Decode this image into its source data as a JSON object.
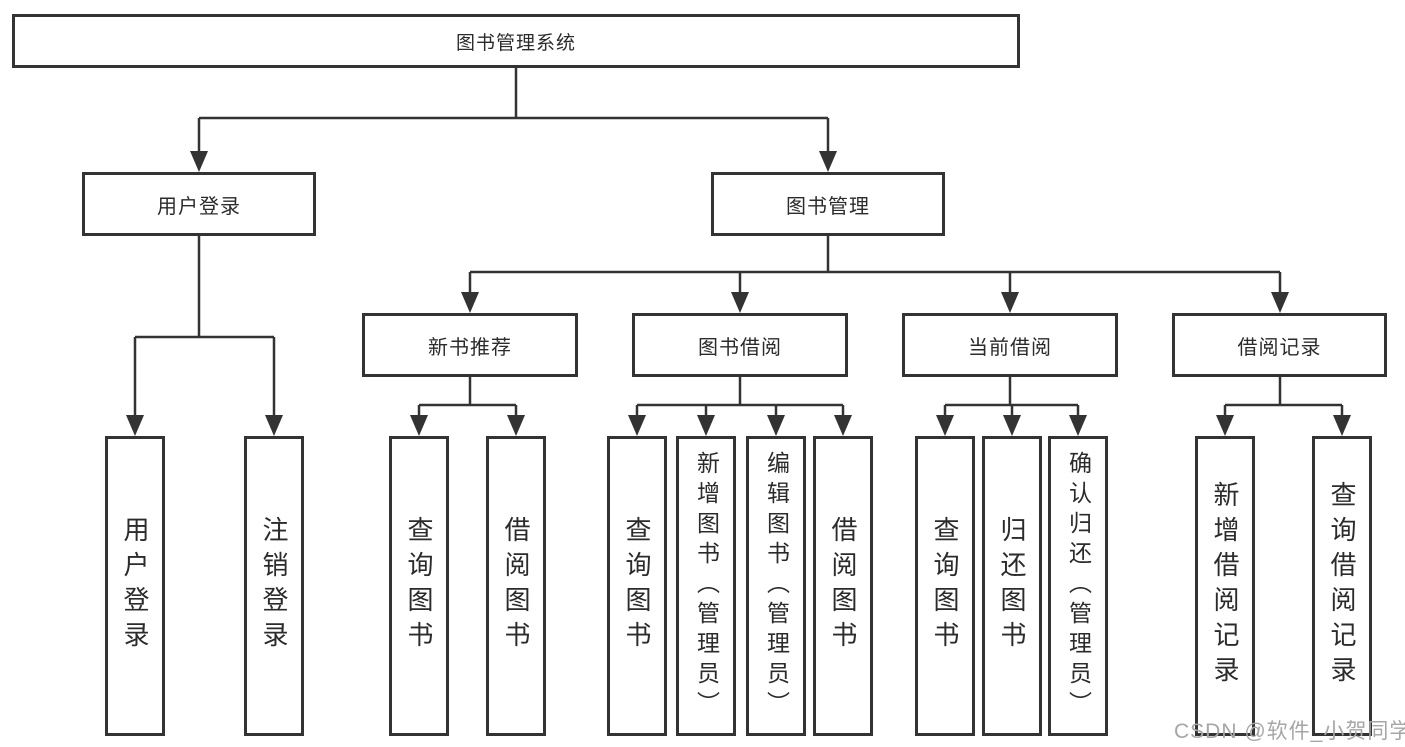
{
  "tree": {
    "root": {
      "label": "图书管理系统"
    },
    "branches": [
      {
        "label": "用户登录",
        "children": [
          {
            "label": "用户登录"
          },
          {
            "label": "注销登录"
          }
        ]
      },
      {
        "label": "图书管理",
        "children": [
          {
            "label": "新书推荐",
            "children": [
              {
                "label": "查询图书"
              },
              {
                "label": "借阅图书"
              }
            ]
          },
          {
            "label": "图书借阅",
            "children": [
              {
                "label": "查询图书"
              },
              {
                "label": "新增图书（管理员）"
              },
              {
                "label": "编辑图书（管理员）"
              },
              {
                "label": "借阅图书"
              }
            ]
          },
          {
            "label": "当前借阅",
            "children": [
              {
                "label": "查询图书"
              },
              {
                "label": "归还图书"
              },
              {
                "label": "确认归还（管理员）"
              }
            ]
          },
          {
            "label": "借阅记录",
            "children": [
              {
                "label": "新增借阅记录"
              },
              {
                "label": "查询借阅记录"
              }
            ]
          }
        ]
      }
    ]
  },
  "watermark": {
    "text": "CSDN @软件_小贺同学"
  },
  "colors": {
    "line": "#333333",
    "box_border": "#333333",
    "text": "#2b2b2b",
    "watermark": "#a6a6a6",
    "background": "#ffffff"
  }
}
